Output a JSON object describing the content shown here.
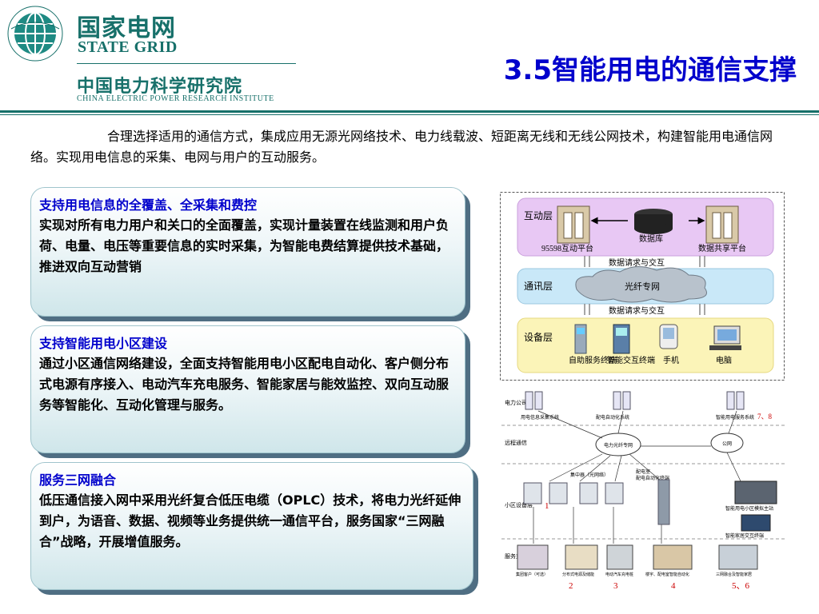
{
  "header": {
    "company_cn": "国家电网",
    "company_en": "STATE GRID",
    "institute_cn": "中国电力科学研究院",
    "institute_en": "CHINA ELECTRIC POWER RESEARCH INSTITUTE",
    "title": "3.5智能用电的通信支撑"
  },
  "intro": "合理选择适用的通信方式，集成应用无源光网络技术、电力线载波、短距离无线和无线公网技术，构建智能用电通信网络。实现用电信息的采集、电网与用户的互动服务。",
  "cards": [
    {
      "heading": "支持用电信息的全覆盖、全采集和费控",
      "body": "实现对所有电力用户和关口的全面覆盖，实现计量装置在线监测和用户负荷、电量、电压等重要信息的实时采集，为智能电费结算提供技术基础，推进双向互动营销"
    },
    {
      "heading": "支持智能用电小区建设",
      "body": "通过小区通信网络建设，全面支持智能用电小区配电自动化、客户侧分布式电源有序接入、电动汽车充电服务、智能家居与能效监控、双向互动服务等智能化、互动化管理与服务。"
    },
    {
      "heading": "服务三网融合",
      "body": "低压通信接入网中采用光纤复合低压电缆（OPLC）技术，将电力光纤延伸到户，为语音、数据、视频等业务提供统一通信平台，服务国家“三网融合”战略，开展增值服务。"
    }
  ],
  "diagram1": {
    "layers": [
      "互动层",
      "通讯层",
      "设备层"
    ],
    "interactive_labels": [
      "95598互动平台",
      "数据库",
      "数据共享平台"
    ],
    "arrow_label": "数据请求与交互",
    "cloud_label": "光纤专网",
    "devices": [
      "自助服务终端",
      "智能交互终端",
      "手机",
      "电脑"
    ]
  },
  "diagram2": {
    "side_labels": [
      "电力公司",
      "远程通信",
      "小区设备层",
      "服务对象"
    ],
    "top_labels": [
      "用电信息采集系统",
      "配电自动化系统",
      "智能用电服务系统"
    ],
    "mid_labels": [
      "电力光纤专网",
      "公网",
      "集中器（光网络）",
      "配电室",
      "配电自动化终端"
    ],
    "nums_top": "7、8",
    "num_1": "1",
    "bottom_labels": [
      "集团客户（可选）",
      "分布式电源及储能",
      "电动汽车充电桩",
      "楼宇、配电室智能自动化",
      "三网融合及智能家居"
    ],
    "bottom_nums": [
      "2",
      "3",
      "4",
      "5、6"
    ],
    "right_label": "智能用电小区模拟主站",
    "right_label2": "智能家居交互终端"
  }
}
